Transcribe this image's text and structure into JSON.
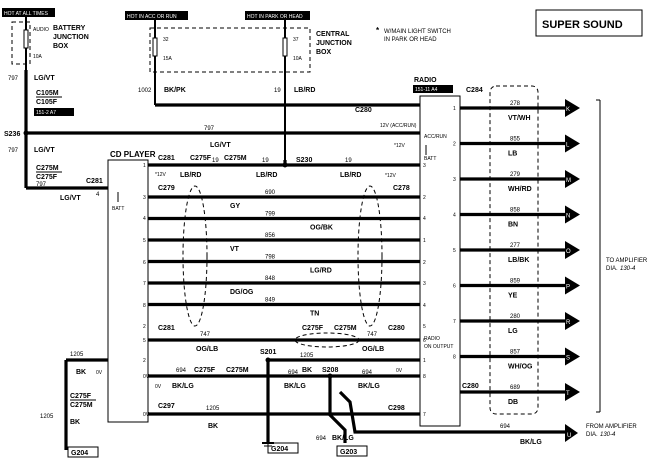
{
  "title": "SUPER SOUND",
  "note": {
    "star": "*",
    "line1": "W/MAIN LIGHT SWITCH",
    "line2": "IN PARK OR HEAD"
  },
  "headers": {
    "hot_all": "HOT AT ALL TIMES",
    "hot_acc": "HOT IN ACC OR RUN",
    "hot_park": "HOT IN PARK OR HEAD"
  },
  "battery_box": {
    "line1": "BATTERY",
    "line2": "JUNCTION",
    "line3": "BOX",
    "fuse_name": "AUDIO",
    "fuse_rating": "10A"
  },
  "central_box": {
    "line1": "CENTRAL",
    "line2": "JUNCTION",
    "line3": "BOX",
    "fuse_a_num": "32",
    "fuse_a_rating": "15A",
    "fuse_b_num": "37",
    "fuse_b_rating": "10A"
  },
  "left": {
    "w797_top_circ": "797",
    "w797_top_color": "LG/VT",
    "c105m": "C105M",
    "c105f": "C105F",
    "ref_151_2": "151-2 A7",
    "s236": "S236",
    "w797_mid_circ": "797",
    "w797_mid_color": "LG/VT",
    "c275m": "C275M",
    "c275f": "C275F",
    "w797_low_circ": "797",
    "w797_low_color": "LG/VT",
    "c281": "C281",
    "batt_pin": "4",
    "batt": "BATT",
    "w1205_circ": "1205",
    "w1205_color": "BK",
    "w1205_pin": "0V",
    "c275f_b": "C275F",
    "c275m_b": "C275M",
    "w1205b_circ": "1205",
    "w1205b_color": "BK",
    "g204": "G204"
  },
  "top": {
    "w1002_circ": "1002",
    "w1002_color": "BK/PK",
    "w19_circ": "19",
    "w19_color": "LB/RD",
    "c280": "C280",
    "acc_label": "12V (ACC/RUN)",
    "w797_long_circ": "797",
    "w797_long_color": "LG/VT",
    "v12": "*12V",
    "s230": "S230"
  },
  "cd": {
    "label": "CD PLAYER",
    "c281": "C281",
    "c275f": "C275F",
    "c275m": "C275M",
    "c279": "C279",
    "pin12v": "*12V",
    "pins": [
      "1",
      "3",
      "4",
      "5",
      "6",
      "7",
      "8",
      "2",
      "5",
      "2",
      "0V",
      "0V"
    ]
  },
  "mid_wires": [
    {
      "circ": "19",
      "color": "LB/RD"
    },
    {
      "circ": "19",
      "color": "LB/RD"
    },
    {
      "circ": "19",
      "color": "LB/RD"
    }
  ],
  "bus": [
    {
      "circ": "690",
      "color": "GY"
    },
    {
      "circ": "799",
      "color": "OG/BK"
    },
    {
      "circ": "856",
      "color": "VT"
    },
    {
      "circ": "798",
      "color": "LG/RD"
    },
    {
      "circ": "848",
      "color": "DG/OG"
    },
    {
      "circ": "849",
      "color": "TN"
    }
  ],
  "lower": {
    "c281": "C281",
    "c275f": "C275F",
    "c275m": "C275M",
    "c280": "C280",
    "w747a_circ": "747",
    "w747a_color": "OG/LB",
    "w747b_circ": "747",
    "w747b_color": "OG/LB",
    "s201": "S201",
    "w1205c_circ": "1205",
    "w1205c_color": "BK",
    "w694a_circ": "694",
    "w694a_color": "BK/LG",
    "c275f2": "C275F",
    "c275m2": "C275M",
    "w694b_circ": "694",
    "w694b_color": "BK/LG",
    "s208": "S208",
    "w694c_circ": "694",
    "w694c_color": "BK/LG",
    "c297": "C297",
    "w1205d_circ": "1205",
    "w1205d_color": "BK",
    "c298": "C298",
    "g204b": "G204",
    "w694d_circ": "694",
    "w694d_color": "BK/LG",
    "g203": "G203",
    "w694e_circ": "694",
    "w694e_color": "BK/LG",
    "v0": "0V",
    "v0b": "0V"
  },
  "radio": {
    "label": "RADIO",
    "ref": "151-11 A4",
    "c284": "C284",
    "c278": "C278",
    "acc_run": "ACC/RUN",
    "batt": "BATT",
    "v12": "*12V",
    "on_output1": "RADIO",
    "on_output2": "ON OUTPUT",
    "pins_left": [
      "3",
      "2",
      "4",
      "1",
      "2",
      "3",
      "4",
      "5",
      "6",
      "1",
      "8",
      "7"
    ],
    "pins_right": [
      "1",
      "2",
      "3",
      "4",
      "5",
      "6",
      "7",
      "8"
    ]
  },
  "outputs": [
    {
      "circ": "278",
      "color": "VT/WH",
      "letter": "K"
    },
    {
      "circ": "855",
      "color": "LB",
      "letter": "L"
    },
    {
      "circ": "279",
      "color": "WH/RD",
      "letter": "M"
    },
    {
      "circ": "858",
      "color": "BN",
      "letter": "N"
    },
    {
      "circ": "277",
      "color": "LB/BK",
      "letter": "O"
    },
    {
      "circ": "859",
      "color": "YE",
      "letter": "P"
    },
    {
      "circ": "280",
      "color": "LG",
      "letter": "R"
    },
    {
      "circ": "857",
      "color": "WH/OG",
      "letter": "S"
    },
    {
      "circ": "689",
      "color": "DB",
      "letter": "T"
    }
  ],
  "c280_lower": "C280",
  "to_amp": {
    "line1": "TO AMPLIFIER",
    "line2": "DIA.",
    "ref": "130-4"
  },
  "from_amp": {
    "line1": "FROM AMPLIFIER",
    "line2": "DIA.",
    "ref": "130-4",
    "circ": "694",
    "color": "BK/LG",
    "letter": "U"
  }
}
